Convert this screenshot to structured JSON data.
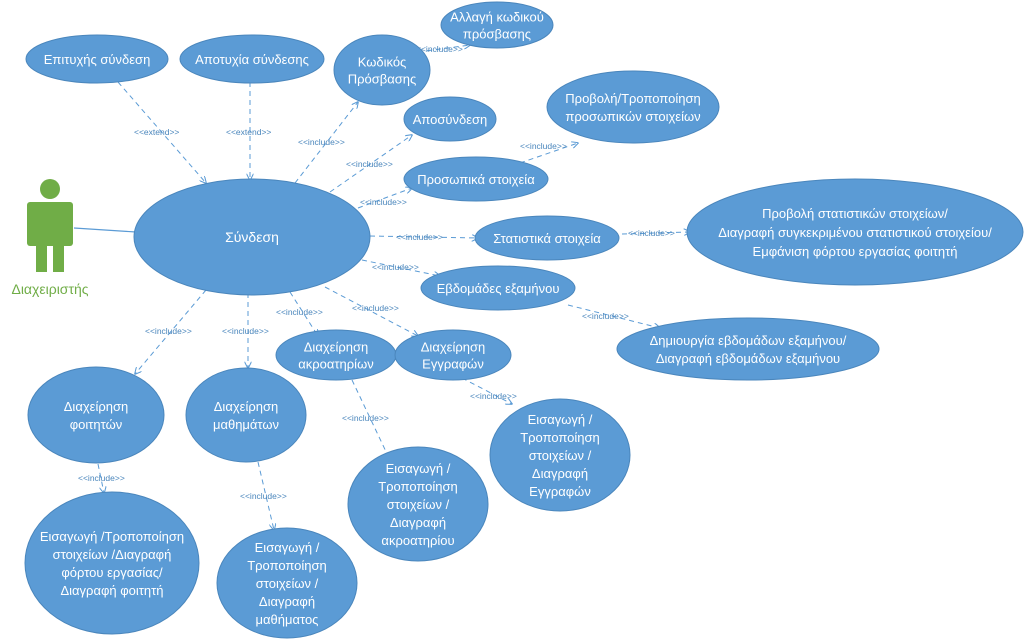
{
  "actor": {
    "label": "Διαχειριστής"
  },
  "use_cases": {
    "login": [
      "Σύνδεση"
    ],
    "login_success": [
      "Επιτυχής σύνδεση"
    ],
    "login_fail": [
      "Αποτυχία σύνδεσης"
    ],
    "password": [
      "Κωδικός",
      "Πρόσβασης"
    ],
    "change_password": [
      "Αλλαγή κωδικού",
      "πρόσβασης"
    ],
    "logout": [
      "Αποσύνδεση"
    ],
    "personal": [
      "Προσωπικά στοιχεία"
    ],
    "view_personal": [
      "Προβολή/Τροποποίηση",
      "προσωπικών στοιχείων"
    ],
    "stats": [
      "Στατιστικά στοιχεία"
    ],
    "stats_detail": [
      "Προβολή στατιστικών στοιχείων/",
      "Διαγραφή συγκεκριμένου στατιστικού στοιχείου/",
      "Εμφάνιση φόρτου εργασίας φοιτητή"
    ],
    "weeks": [
      "Εβδομάδες εξαμήνου"
    ],
    "weeks_detail": [
      "Δημιουργία εβδομάδων εξαμήνου/",
      "Διαγραφή εβδομάδων εξαμήνου"
    ],
    "halls": [
      "Διαχείρηση",
      "ακροατηρίων"
    ],
    "registrations": [
      "Διαχείρηση",
      "Εγγραφών"
    ],
    "students": [
      "Διαχείρηση",
      "φοιτητών"
    ],
    "courses": [
      "Διαχείρηση",
      "μαθημάτων"
    ],
    "students_detail": [
      "Εισαγωγή /Τροποποίηση",
      "στοιχείων /Διαγραφή",
      "φόρτου εργασίας/",
      "Διαγραφή φοιτητή"
    ],
    "courses_detail": [
      "Εισαγωγή /",
      "Τροποποίηση",
      "στοιχείων /",
      "Διαγραφή",
      "μαθήματος"
    ],
    "halls_detail": [
      "Εισαγωγή /",
      "Τροποποίηση",
      "στοιχείων /",
      "Διαγραφή",
      "ακροατηρίου"
    ],
    "registrations_detail": [
      "Εισαγωγή /",
      "Τροποποίηση",
      "στοιχείων /",
      "Διαγραφή",
      "Εγγραφών"
    ]
  },
  "stereotypes": {
    "include": "<<include>>",
    "extend": "<<extend>>"
  },
  "colors": {
    "use_case_fill": "#5b9bd5",
    "use_case_text": "#ffffff",
    "actor": "#70ad47",
    "edge": "#5b9bd5"
  }
}
